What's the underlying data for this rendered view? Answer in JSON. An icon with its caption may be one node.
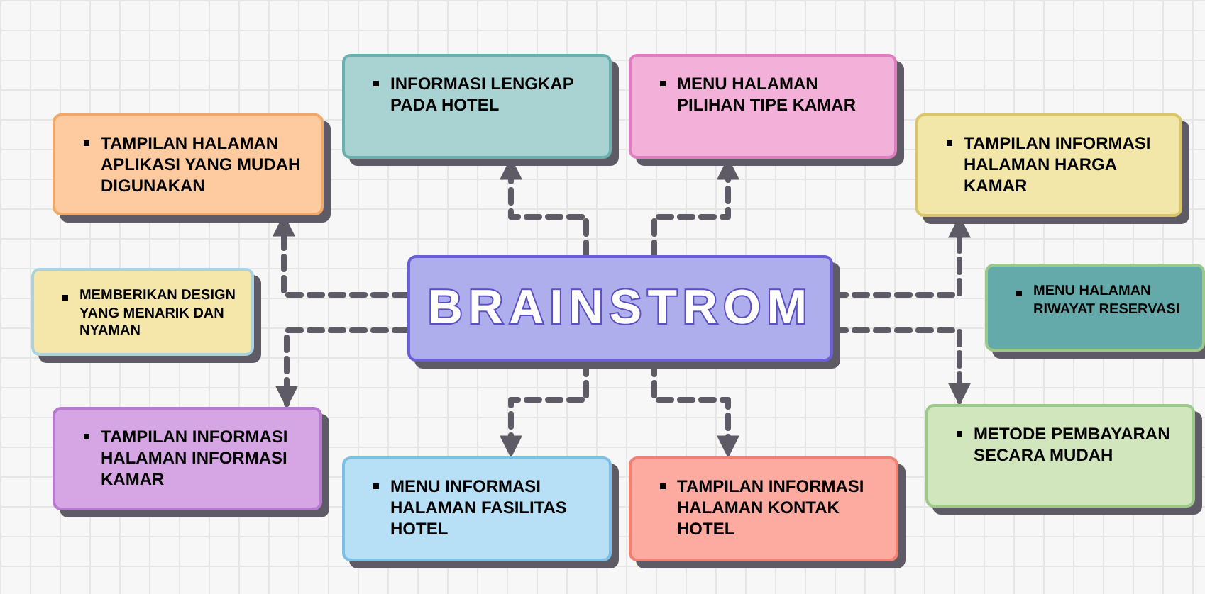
{
  "diagram": {
    "nodes": [
      {
        "text": [
          "BRAINSTROM"
        ]
      },
      {
        "text": [
          "TAMPILAN HALAMAN APLIKASI YANG MUDAH DIGUNAKAN"
        ]
      },
      {
        "text": [
          "INFORMASI LENGKAP PADA HOTEL"
        ]
      },
      {
        "text": [
          "MENU HALAMAN PILIHAN TIPE KAMAR"
        ]
      },
      {
        "text": [
          "TAMPILAN INFORMASI HALAMAN HARGA KAMAR"
        ]
      },
      {
        "text": [
          "MEMBERIKAN DESIGN YANG MENARIK DAN NYAMAN"
        ]
      },
      {
        "text": [
          "MENU HALAMAN RIWAYAT RESERVASI"
        ]
      },
      {
        "text": [
          "TAMPILAN INFORMASI HALAMAN INFORMASI KAMAR"
        ]
      },
      {
        "text": [
          "MENU INFORMASI HALAMAN FASILITAS HOTEL"
        ]
      },
      {
        "text": [
          "TAMPILAN INFORMASI HALAMAN KONTAK HOTEL"
        ]
      },
      {
        "text": [
          "METODE PEMBAYARAN SECARA MUDAH"
        ]
      }
    ],
    "edges": [
      {
        "from": 0,
        "to": 1,
        "arrow": "to",
        "style": "dashed"
      },
      {
        "from": 0,
        "to": 2,
        "arrow": "to",
        "style": "dashed"
      },
      {
        "from": 0,
        "to": 3,
        "arrow": "to",
        "style": "dashed"
      },
      {
        "from": 0,
        "to": 4,
        "arrow": "to",
        "style": "dashed"
      },
      {
        "from": 0,
        "to": 10,
        "arrow": "to",
        "style": "dashed"
      },
      {
        "from": 0,
        "to": 9,
        "arrow": "to",
        "style": "dashed"
      },
      {
        "from": 0,
        "to": 8,
        "arrow": "to",
        "style": "dashed"
      },
      {
        "from": 0,
        "to": 7,
        "arrow": "to",
        "style": "dashed"
      }
    ]
  }
}
